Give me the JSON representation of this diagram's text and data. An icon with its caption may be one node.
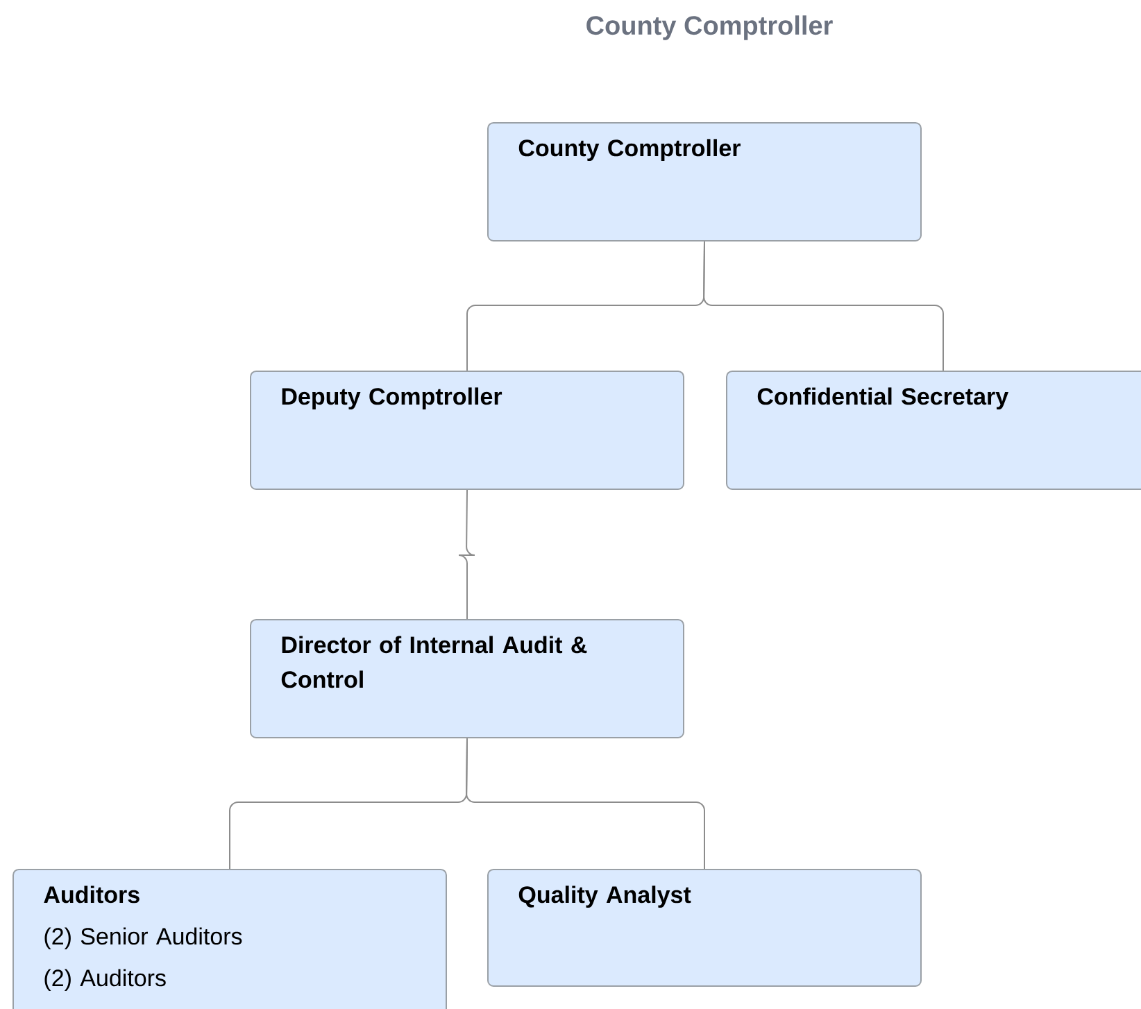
{
  "diagram": {
    "title": "County Comptroller",
    "nodes": [
      {
        "text": [
          "County Comptroller"
        ]
      },
      {
        "text": [
          "Deputy Comptroller"
        ]
      },
      {
        "text": [
          "Confidential Secretary"
        ]
      },
      {
        "text": [
          "Director of Internal Audit & Control"
        ]
      },
      {
        "text": [
          "Auditors",
          "(2) Senior Auditors",
          "(2) Auditors"
        ]
      },
      {
        "text": [
          "Quality Analyst"
        ]
      }
    ],
    "edges": [
      {
        "from": 0,
        "to": 1,
        "arrow": "none"
      },
      {
        "from": 0,
        "to": 2,
        "arrow": "none"
      },
      {
        "from": 1,
        "to": 3,
        "arrow": "none"
      },
      {
        "from": 3,
        "to": 4,
        "arrow": "none"
      },
      {
        "from": 3,
        "to": 5,
        "arrow": "none"
      }
    ]
  }
}
